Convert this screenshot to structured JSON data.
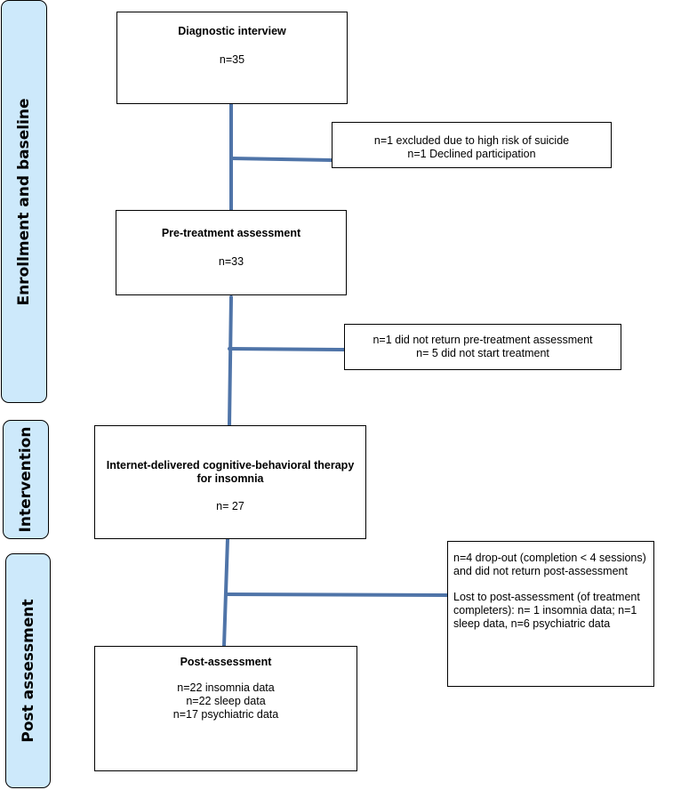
{
  "phases": {
    "enrollment": "Enrollment and baseline",
    "intervention": "Intervention",
    "post": "Post assessment"
  },
  "boxes": {
    "diagnostic": {
      "title": "Diagnostic interview",
      "count": "n=35"
    },
    "exclusion1": {
      "line1": "n=1 excluded due to high risk of suicide",
      "line2": "n=1 Declined participation"
    },
    "pretreatment": {
      "title": "Pre-treatment assessment",
      "count": "n=33"
    },
    "exclusion2": {
      "line1": "n=1 did not return pre-treatment assessment",
      "line2": "n= 5 did not start treatment"
    },
    "intervention": {
      "title": "Internet-delivered cognitive-behavioral therapy for insomnia",
      "count": "n= 27"
    },
    "dropout": {
      "para1": "n=4 drop-out (completion < 4 sessions) and did not return post-assessment",
      "para2": "Lost to post-assessment (of treatment completers): n= 1 insomnia data; n=1 sleep data, n=6 psychiatric data"
    },
    "post": {
      "title": "Post-assessment",
      "line1": "n=22 insomnia data",
      "line2": "n=22 sleep data",
      "line3": "n=17 psychiatric data"
    }
  },
  "colors": {
    "connector": "#4f74a8",
    "phase_fill": "#cde9fb"
  }
}
